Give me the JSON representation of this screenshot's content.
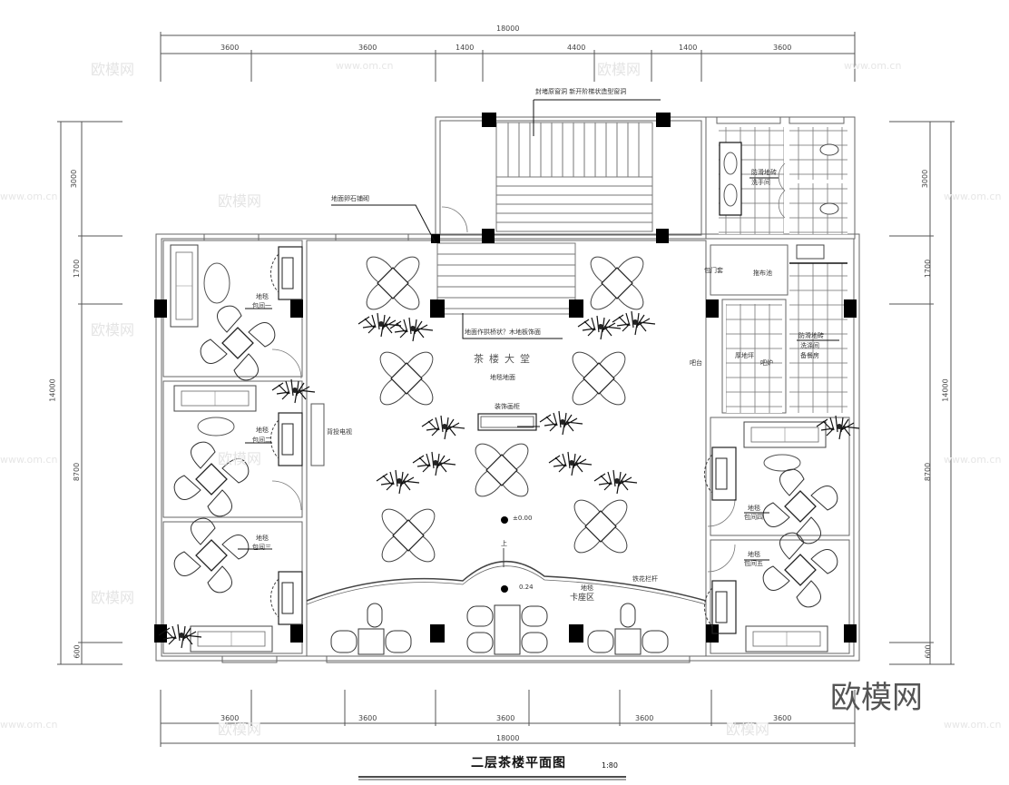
{
  "drawing": {
    "title": "二层茶楼平面图",
    "scale": "1:80",
    "brand_watermark": "欧模网",
    "url_watermark": "www.om.cn"
  },
  "dimensions": {
    "top_total": "18000",
    "top_segments": [
      "3600",
      "3600",
      "1400",
      "4400",
      "1400",
      "3600"
    ],
    "bottom_total": "18000",
    "bottom_segments": [
      "3600",
      "3600",
      "3600",
      "3600",
      "3600"
    ],
    "left_total": "14000",
    "left_segments": [
      "3000",
      "1700",
      "8700",
      "600"
    ],
    "right_total": "14000",
    "right_segments": [
      "3000",
      "1700",
      "8700",
      "600"
    ]
  },
  "annotations": {
    "stair_note": "封堵原窗洞 新开阶梯状造型窗洞",
    "pebble_note": "地面卵石铺砌",
    "floor_note": "地面作拱桥状？木地板饰面",
    "hall_name": "茶楼大堂",
    "hall_floor": "地毯地面",
    "feature_wall": "装饰画柜",
    "tv": "背投电视",
    "level_main": "±0.00",
    "level_booth": "0.24",
    "up_label": "上",
    "railing": "铁花栏杆",
    "washroom_floor": "防滑地砖",
    "washroom": "洗手间",
    "utility_floor": "防滑地砖",
    "utility_a": "洗涤间",
    "utility_b": "备餐房",
    "bar_counter": "吧台",
    "counter_room": "厚地坪",
    "door_label": "包门套",
    "sink": "拖布池",
    "bar_equipment": "吧炉"
  },
  "rooms": [
    {
      "floor": "地毯",
      "name": "包间一"
    },
    {
      "floor": "地毯",
      "name": "包间二"
    },
    {
      "floor": "地毯",
      "name": "包间三"
    },
    {
      "floor": "地毯",
      "name": "包间四"
    },
    {
      "floor": "地毯",
      "name": "包间五"
    },
    {
      "floor": "地毯",
      "name": "卡座区"
    }
  ]
}
